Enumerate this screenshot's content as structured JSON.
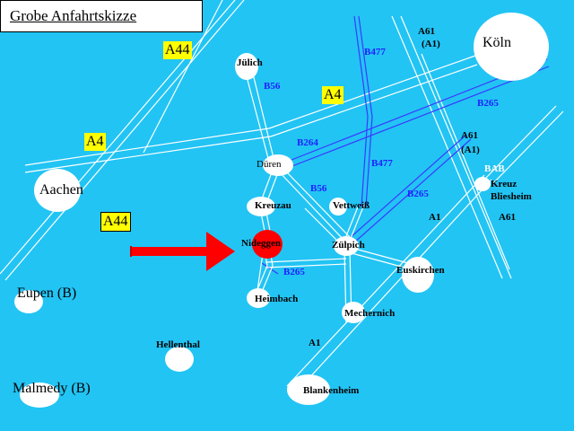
{
  "title": "Grobe Anfahrtskizze",
  "cities": {
    "koeln": "Köln",
    "aachen": "Aachen",
    "juelich": "Jülich",
    "dueren": "Düren",
    "kreuzau": "Kreuzau",
    "vettweiss": "Vettweiß",
    "nideggen": "Nideggen",
    "zuelpich": "Zülpich",
    "euskirchen": "Euskirchen",
    "heimbach": "Heimbach",
    "mechernich": "Mechernich",
    "hellenthal": "Hellenthal",
    "blankenheim": "Blankenheim",
    "eupen": "Eupen (B)",
    "malmedy": "Malmedy (B)",
    "kreuz_line1": "Kreuz",
    "kreuz_line2": "Bliesheim"
  },
  "roads": {
    "a44_top": "A44",
    "a44_left": "A44",
    "a4_left": "A4",
    "a4_right": "A4",
    "a61_top_1": "A61",
    "a61_top_2": "(A1)",
    "a61_mid_1": "A61",
    "a61_mid_2": "(A1)",
    "a1_mid": "A1",
    "a61_right": "A61",
    "a1_bottom": "A1",
    "bab": "BAB",
    "b56_top": "B56",
    "b56_mid": "B56",
    "b477_top": "B477",
    "b477_mid": "B477",
    "b265_top": "B265",
    "b265_mid": "B265",
    "b265_bottom": "B265",
    "b264": "B264"
  },
  "colors": {
    "water_bg": "#22c4f4",
    "badge": "#ffff00",
    "marker": "#ff0000",
    "b_road_text": "#2020ff"
  }
}
